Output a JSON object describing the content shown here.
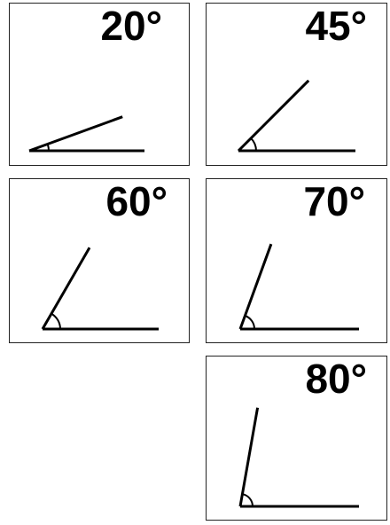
{
  "angles": [
    {
      "label": "20°",
      "degrees": 20
    },
    {
      "label": "45°",
      "degrees": 45
    },
    {
      "label": "60°",
      "degrees": 60
    },
    {
      "label": "70°",
      "degrees": 70
    },
    {
      "label": "80°",
      "degrees": 80
    }
  ],
  "colors": {
    "line": "#000000",
    "border": "#222222",
    "background": "#ffffff"
  }
}
